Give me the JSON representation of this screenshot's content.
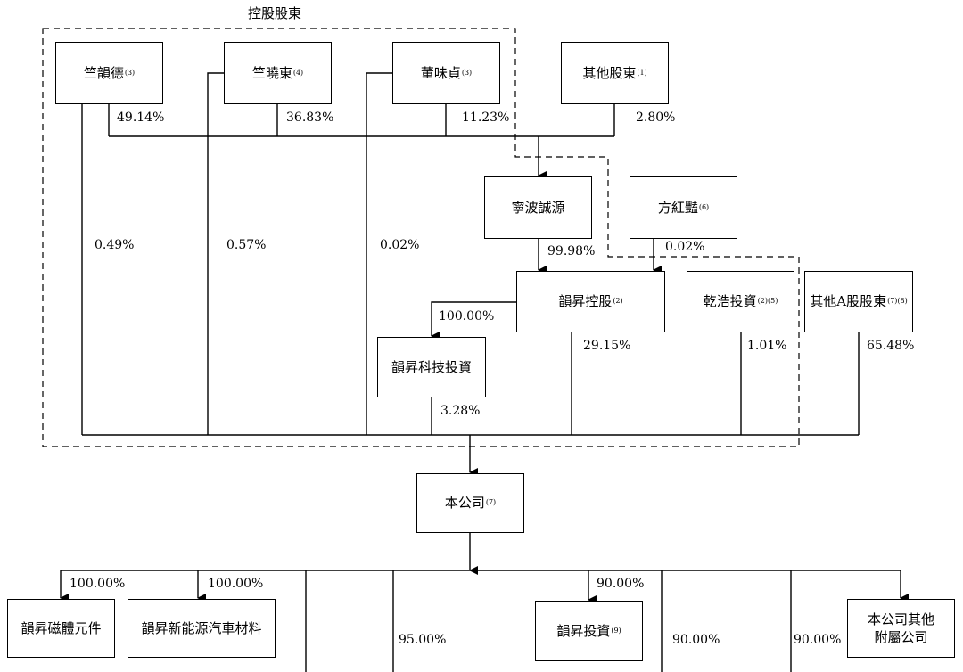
{
  "group_label": "控股股東",
  "entities": {
    "zhu_yunde": {
      "name": "竺韻德",
      "note": "(3)"
    },
    "zhu_xiaodong": {
      "name": "竺曉東",
      "note": "(4)"
    },
    "dong_weizhen": {
      "name": "董味貞",
      "note": "(3)"
    },
    "other_shareholders": {
      "name": "其他股東",
      "note": "(1)"
    },
    "ningbo_chengyuan": {
      "name": "寧波誠源",
      "note": ""
    },
    "fang_hongyan": {
      "name": "方紅豔",
      "note": "(6)"
    },
    "yunsheng_holding": {
      "name": "韻昇控股",
      "note": "(2)"
    },
    "qianhao_investment": {
      "name": "乾浩投資",
      "note": "(2)(5)"
    },
    "other_a_shareholders": {
      "name": "其他A股股東",
      "note": "(7)(8)"
    },
    "yunsheng_tech_investment": {
      "name": "韻昇科技投資",
      "note": ""
    },
    "company": {
      "name": "本公司",
      "note": "(7)"
    },
    "yunsheng_magnet": {
      "name": "韻昇磁體元件",
      "note": ""
    },
    "yunsheng_new_energy": {
      "name": "韻昇新能源汽車材料",
      "note": ""
    },
    "yunsheng_investment": {
      "name": "韻昇投資",
      "note": "(9)"
    },
    "other_subsidiaries": {
      "name": "本公司其他\n附屬公司",
      "note": ""
    }
  },
  "percentages": {
    "zhu_yunde_to_ningbo": "49.14%",
    "zhu_xiaodong_to_ningbo": "36.83%",
    "dong_weizhen_to_ningbo": "11.23%",
    "others_to_ningbo": "2.80%",
    "zhu_yunde_to_company": "0.49%",
    "zhu_xiaodong_to_company": "0.57%",
    "dong_weizhen_to_company": "0.02%",
    "ningbo_to_holding": "99.98%",
    "fang_to_holding": "0.02%",
    "holding_to_tech": "100.00%",
    "holding_to_company": "29.15%",
    "qianhao_to_company": "1.01%",
    "other_a_to_company": "65.48%",
    "tech_to_company": "3.28%",
    "company_to_magnet": "100.00%",
    "company_to_new_energy": "100.00%",
    "sub_95": "95.00%",
    "company_to_investment": "90.00%",
    "sub_90_a": "90.00%",
    "sub_90_b": "90.00%"
  },
  "colors": {
    "line": "#000000",
    "background": "#ffffff"
  }
}
